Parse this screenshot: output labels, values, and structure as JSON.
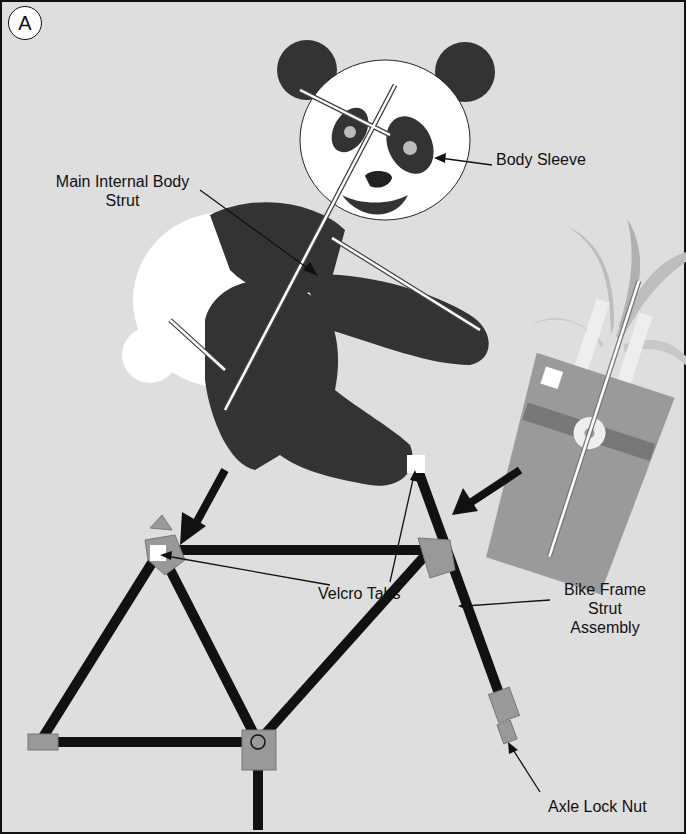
{
  "diagram": {
    "nodes": [
      {
        "text": [
          "A"
        ]
      }
    ],
    "labels": [
      "Main Internal Body Strut",
      "Body Sleeve",
      "Velcro Tabs",
      "Bike Frame Strut Assembly",
      "Axle Lock Nut"
    ]
  }
}
